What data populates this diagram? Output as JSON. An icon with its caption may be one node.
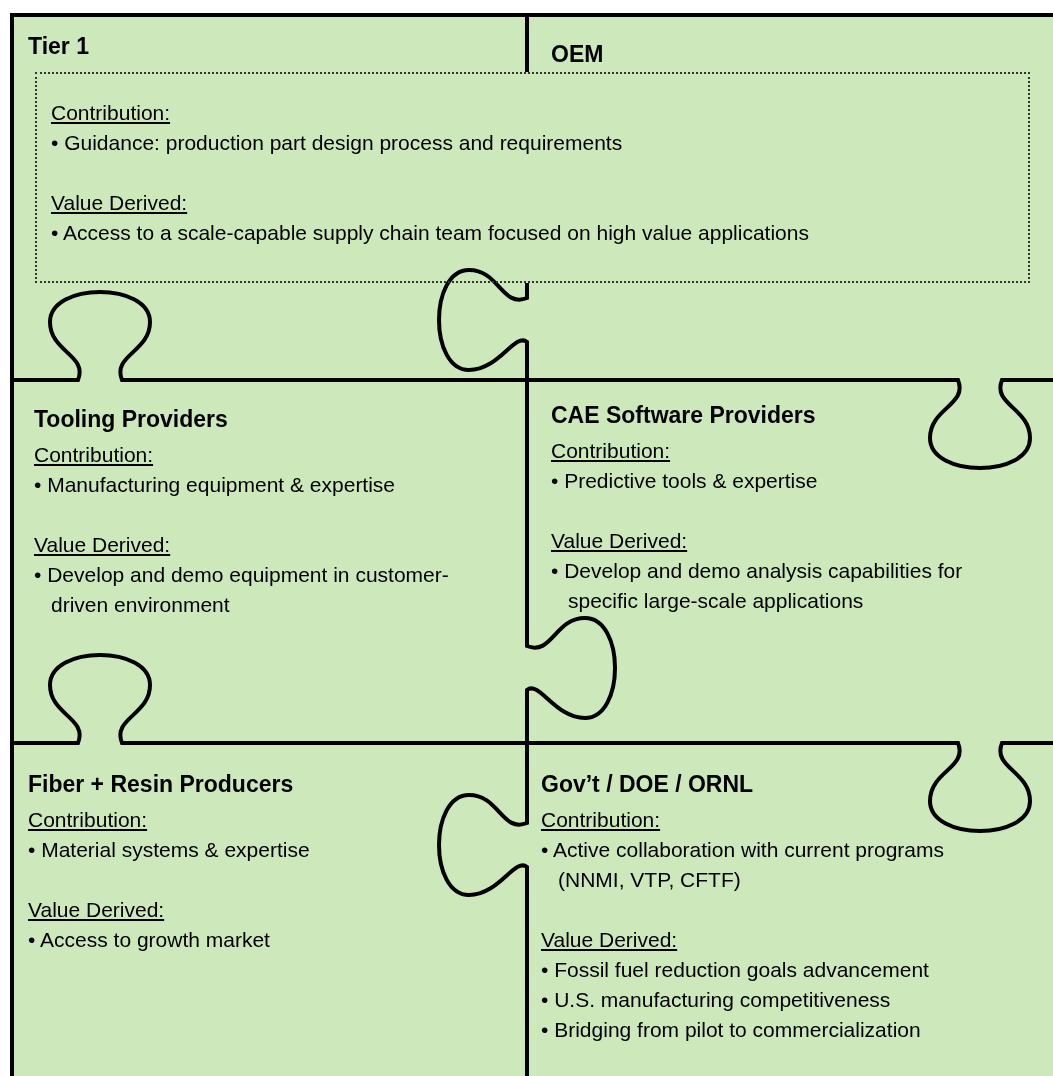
{
  "diagram": {
    "nodes": [
      {
        "text": [
          "Tier 1"
        ]
      },
      {
        "text": [
          "OEM"
        ]
      },
      {
        "text": [
          "Contribution:",
          "• Guidance: production part design process and requirements",
          "Value Derived:",
          "• Access to a scale-capable supply chain team focused on high value applications"
        ]
      },
      {
        "text": [
          "Tooling Providers",
          "Contribution:",
          "• Manufacturing equipment & expertise",
          "Value Derived:",
          "• Develop and demo equipment in customer-driven environment"
        ]
      },
      {
        "text": [
          "CAE Software Providers",
          "Contribution:",
          "• Predictive tools & expertise",
          "Value Derived:",
          "• Develop and demo analysis capabilities for specific large-scale applications"
        ]
      },
      {
        "text": [
          "Fiber + Resin Producers",
          "Contribution:",
          "• Material systems & expertise",
          "Value Derived:",
          "• Access to growth market"
        ]
      },
      {
        "text": [
          "Gov’t / DOE / ORNL",
          "Contribution:",
          "• Active collaboration with current programs (NNMI, VTP, CFTF)",
          "Value Derived:",
          "• Fossil fuel reduction goals advancement",
          "• U.S. manufacturing competitiveness",
          "• Bridging from pilot to commercialization"
        ]
      }
    ]
  }
}
